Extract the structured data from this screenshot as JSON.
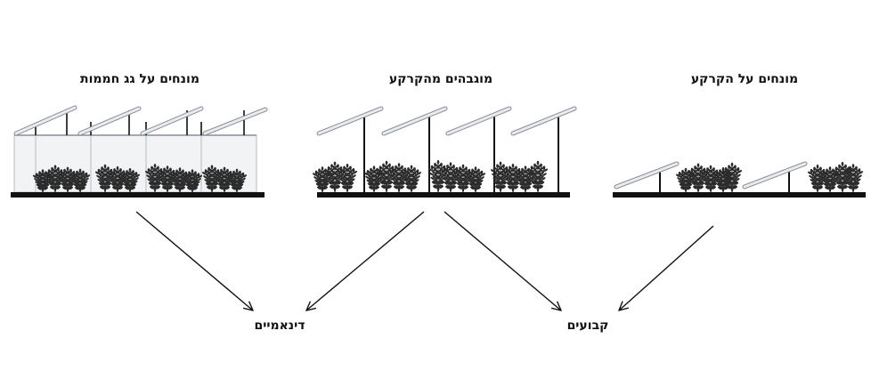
{
  "panels": {
    "greenhouse": {
      "title": "מונחים על גג חממות"
    },
    "elevated": {
      "title": "מוגבהים מהקרקע"
    },
    "ground": {
      "title": "מונחים על הקרקע"
    }
  },
  "categories": {
    "dynamic": {
      "label": "דינאמיים"
    },
    "fixed": {
      "label": "קבועים"
    }
  },
  "colors": {
    "ink": "#111111",
    "panel_fill": "#e9ebef",
    "panel_edge": "#8a8f96",
    "glass": "#f1f3f4",
    "glass_line": "#b9bdc2",
    "plant": "#2b2b2b"
  }
}
